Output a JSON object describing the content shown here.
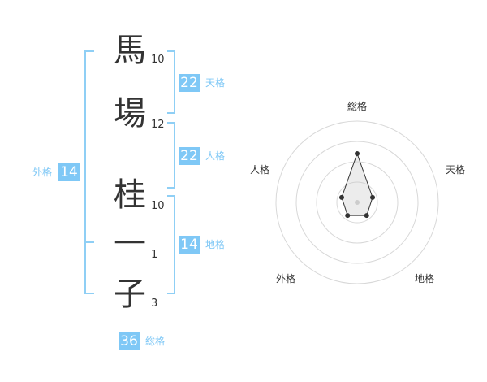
{
  "name": {
    "chars": [
      {
        "char": "馬",
        "strokes": "10"
      },
      {
        "char": "場",
        "strokes": "12"
      },
      {
        "char": "桂",
        "strokes": "10"
      },
      {
        "char": "一",
        "strokes": "1"
      },
      {
        "char": "子",
        "strokes": "3"
      }
    ]
  },
  "kaku": {
    "tenkaku": {
      "value": "22",
      "label": "天格"
    },
    "jinkaku": {
      "value": "22",
      "label": "人格"
    },
    "chikaku": {
      "value": "14",
      "label": "地格"
    },
    "gaikaku": {
      "value": "14",
      "label": "外格"
    },
    "soukaku": {
      "value": "36",
      "label": "総格"
    }
  },
  "radar": {
    "labels": {
      "top": "総格",
      "right": "天格",
      "bottom_right": "地格",
      "bottom_left": "外格",
      "left": "人格"
    },
    "levels": 4,
    "values": [
      0.6,
      0.2,
      0.2,
      0.2,
      0.2
    ]
  },
  "colors": {
    "accent": "#7fc8f6",
    "bracket": "#8fcff5",
    "text": "#333333"
  }
}
